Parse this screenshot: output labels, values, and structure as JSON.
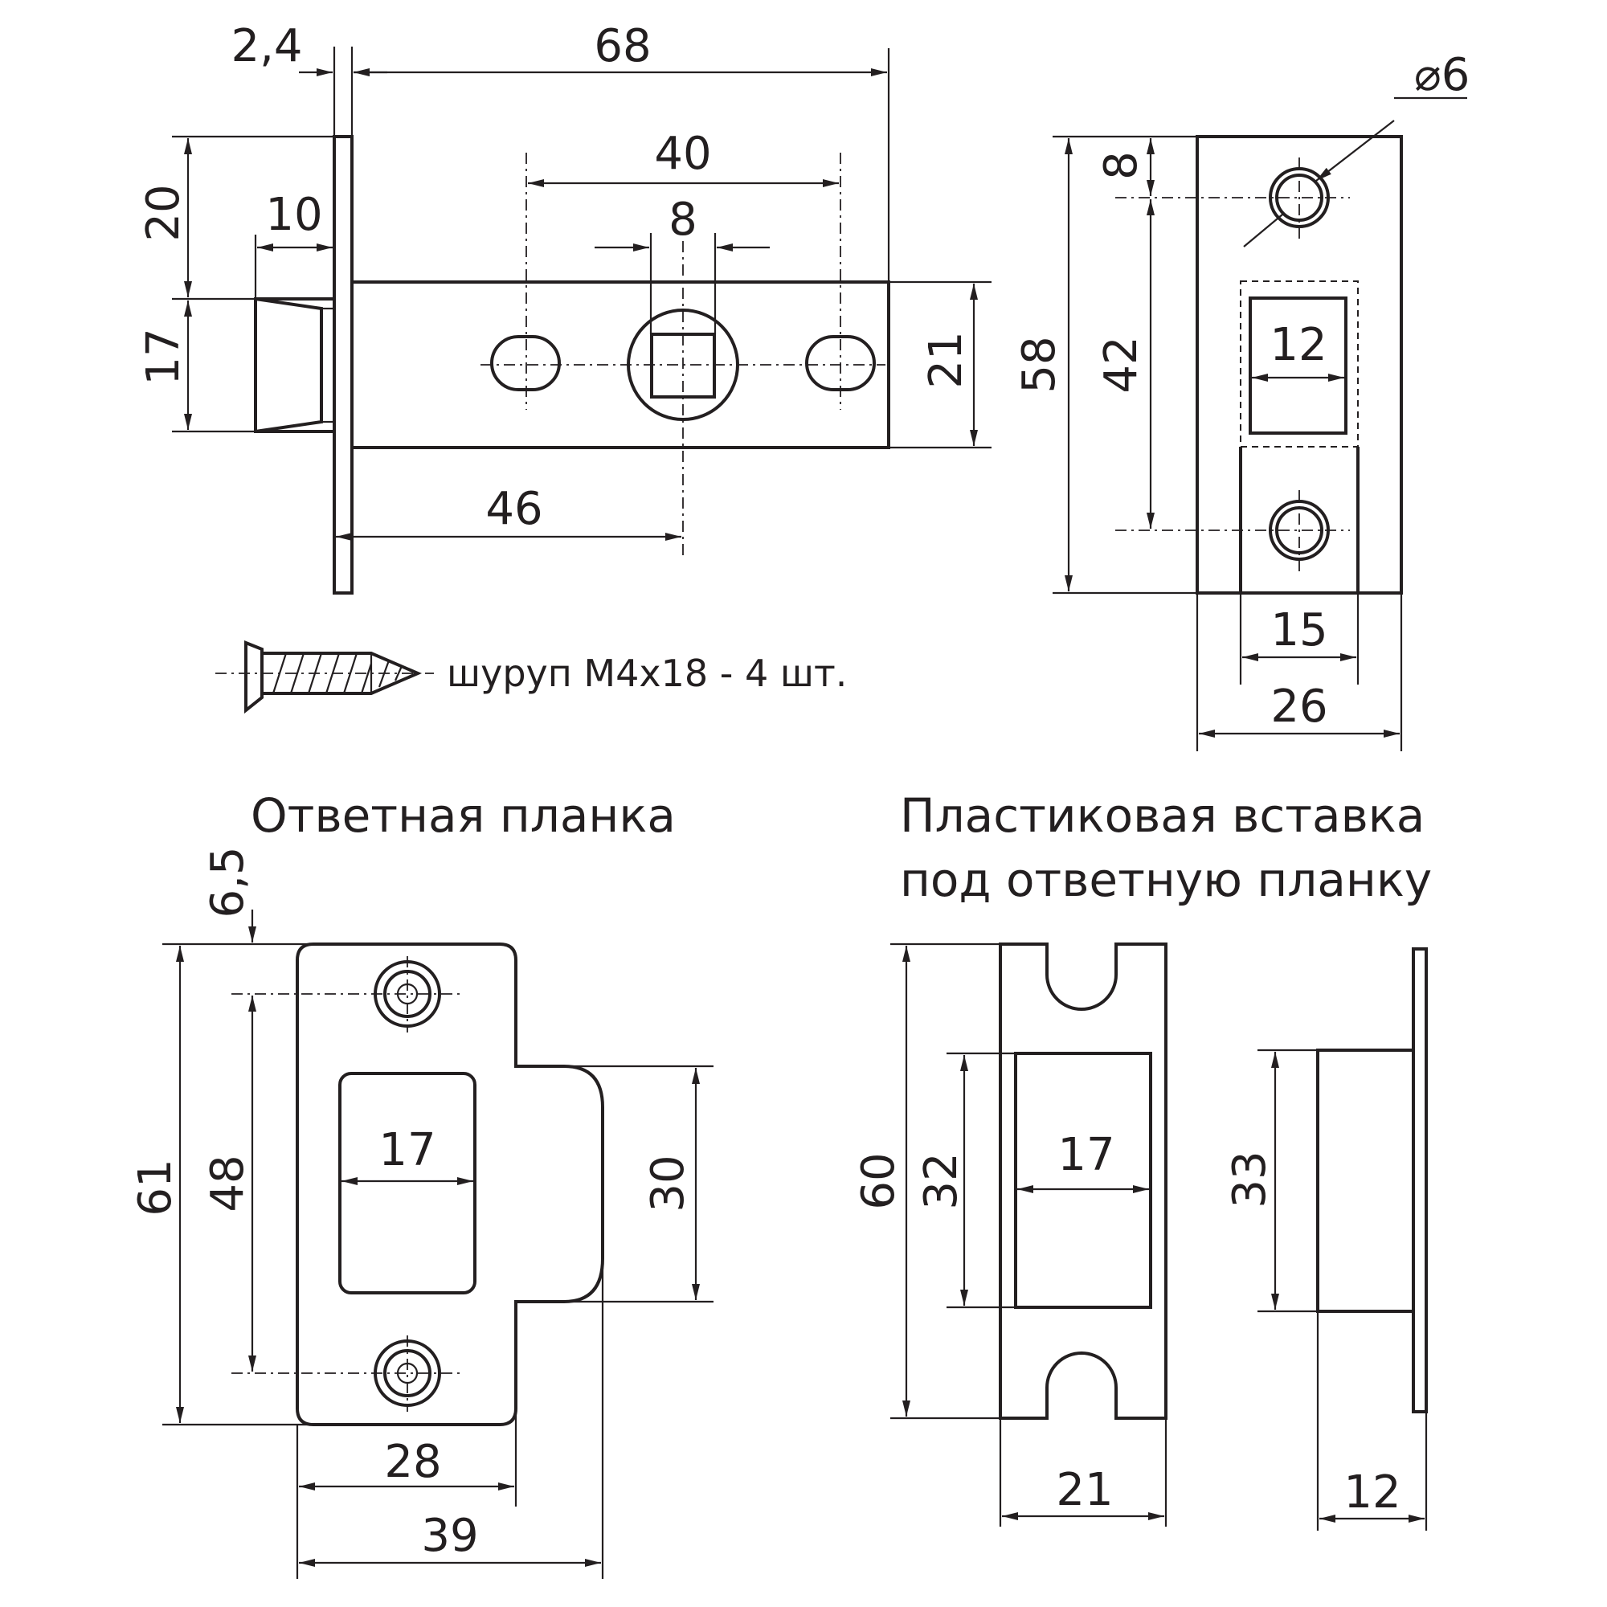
{
  "latch": {
    "dims": {
      "backset_total": "68",
      "faceplate_thickness": "2,4",
      "hole_spacing": "40",
      "spindle_square": "8",
      "faceplate_top_offset": "20",
      "bolt_projection": "10",
      "bolt_height": "17",
      "body_height": "21",
      "backset": "46"
    },
    "screw_label": "шуруп М4х18 - 4 шт."
  },
  "faceplate": {
    "dims": {
      "diameter": "⌀6",
      "hole_top_offset": "8",
      "hole_spacing": "42",
      "height": "58",
      "window_width": "12",
      "inner_width": "15",
      "width": "26"
    }
  },
  "strike_plate": {
    "title": "Ответная планка",
    "dims": {
      "top_offset": "6,5",
      "height": "61",
      "hole_spacing": "48",
      "window_width": "17",
      "lip_height": "30",
      "plate_width": "28",
      "total_width": "39"
    }
  },
  "plastic_insert": {
    "title_line1": "Пластиковая вставка",
    "title_line2": "под ответную планку",
    "dims": {
      "height": "60",
      "window_height": "32",
      "window_width": "17",
      "width": "21",
      "depth_height": "33",
      "depth": "12"
    }
  }
}
